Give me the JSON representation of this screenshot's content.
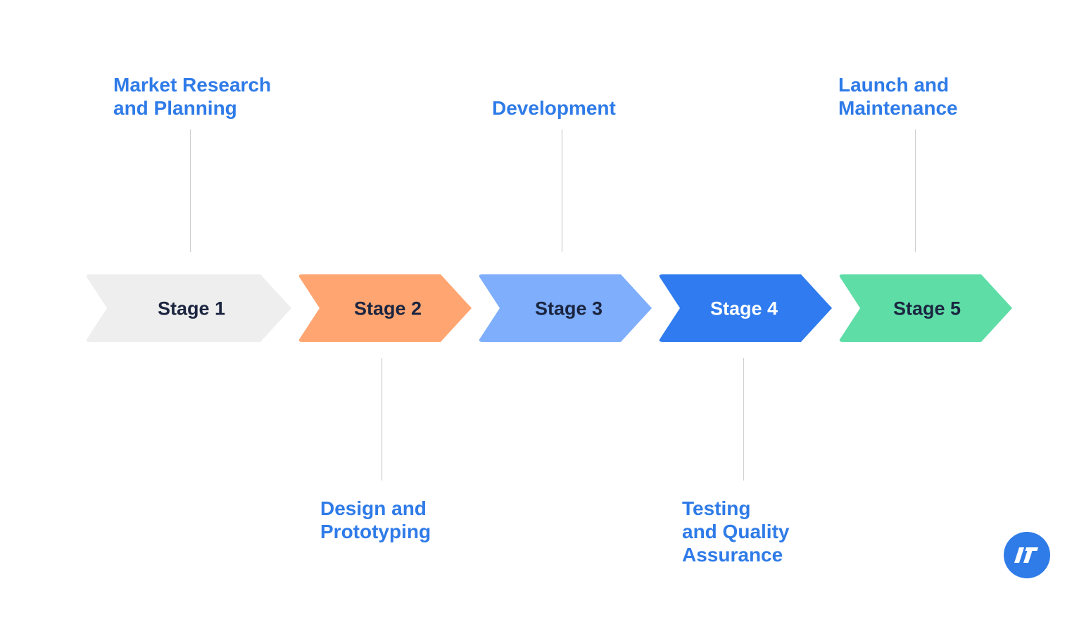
{
  "stages": [
    {
      "label": "Stage 1",
      "fill": "#eeeeee",
      "text_color": "#1b2540",
      "caption_lines": [
        "Market Research",
        "and Planning"
      ],
      "caption_position": "above"
    },
    {
      "label": "Stage 2",
      "fill": "#ffa571",
      "text_color": "#1b2540",
      "caption_lines": [
        "Design and",
        "Prototyping"
      ],
      "caption_position": "below"
    },
    {
      "label": "Stage 3",
      "fill": "#7eaefc",
      "text_color": "#1b2540",
      "caption_lines": [
        "Development"
      ],
      "caption_position": "above"
    },
    {
      "label": "Stage 4",
      "fill": "#2f7bef",
      "text_color": "#ffffff",
      "caption_lines": [
        "Testing",
        "and Quality",
        "Assurance"
      ],
      "caption_position": "below"
    },
    {
      "label": "Stage 5",
      "fill": "#5fdda7",
      "text_color": "#1b2540",
      "caption_lines": [
        "Launch and",
        "Maintenance"
      ],
      "caption_position": "above"
    }
  ],
  "colors": {
    "caption": "#2f7be8",
    "connector": "#cfcfcf",
    "logo": "#2f7be8"
  },
  "logo": {
    "icon": "brand-logo-icon"
  }
}
